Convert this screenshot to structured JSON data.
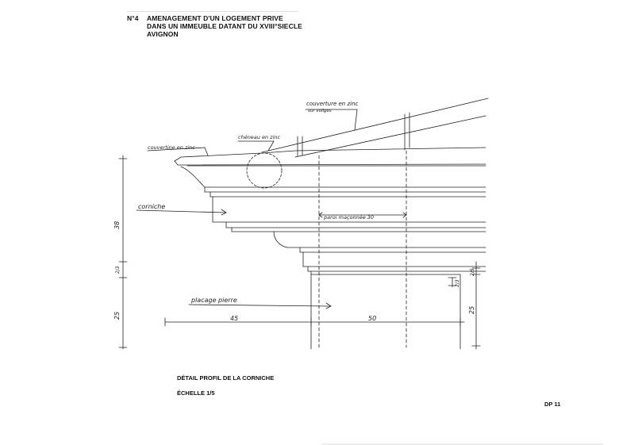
{
  "header": {
    "number": "N°4",
    "line1": "AMENAGEMENT D'UN LOGEMENT PRIVE",
    "line2": "DANS UN IMMEUBLE DATANT DU XVIII°SIECLE",
    "line3": "AVIGNON"
  },
  "annotations": {
    "couverture_zinc_top": "couverture en zinc",
    "couverture_zinc_top2": "sur voliges",
    "chenal_zinc": "chéneau en zinc",
    "couvertine_zinc": "couvertine en zinc",
    "corniche": "corniche",
    "paroi": "paroi maçonnée 30",
    "placage": "placage pierre"
  },
  "dimensions": {
    "v38": "38",
    "v23": "2/3",
    "v25_left": "25",
    "h45": "45",
    "h50": "50",
    "v2_right_top": "2/5",
    "v2_mid": "2/3",
    "v25_right": "25"
  },
  "footer": {
    "title": "DÉTAIL PROFIL DE LA CORNICHE",
    "scale": "ÉCHELLE 1/5",
    "ref": "DP 11"
  }
}
